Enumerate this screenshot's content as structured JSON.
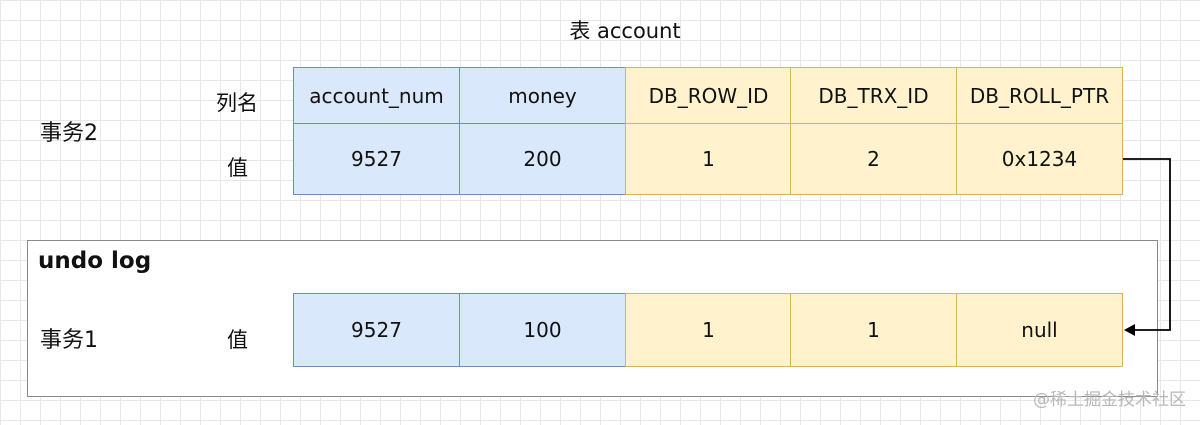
{
  "title": "表 account",
  "transaction2": {
    "label": "事务2",
    "row_labels": {
      "columns": "列名",
      "values": "值"
    },
    "headers": [
      "account_num",
      "money",
      "DB_ROW_ID",
      "DB_TRX_ID",
      "DB_ROLL_PTR"
    ],
    "values": [
      "9527",
      "200",
      "1",
      "2",
      "0x1234"
    ]
  },
  "undo_log": {
    "title": "undo log",
    "transaction_label": "事务1",
    "row_label": "值",
    "values": [
      "9527",
      "100",
      "1",
      "1",
      "null"
    ]
  },
  "watermark": "@稀土掘金技术社区",
  "colors": {
    "user_column_fill": "#dae8fc",
    "user_column_border": "#6c8ebf",
    "hidden_column_fill": "#fff2cc",
    "hidden_column_border": "#d6b656",
    "connector": "#000000"
  }
}
